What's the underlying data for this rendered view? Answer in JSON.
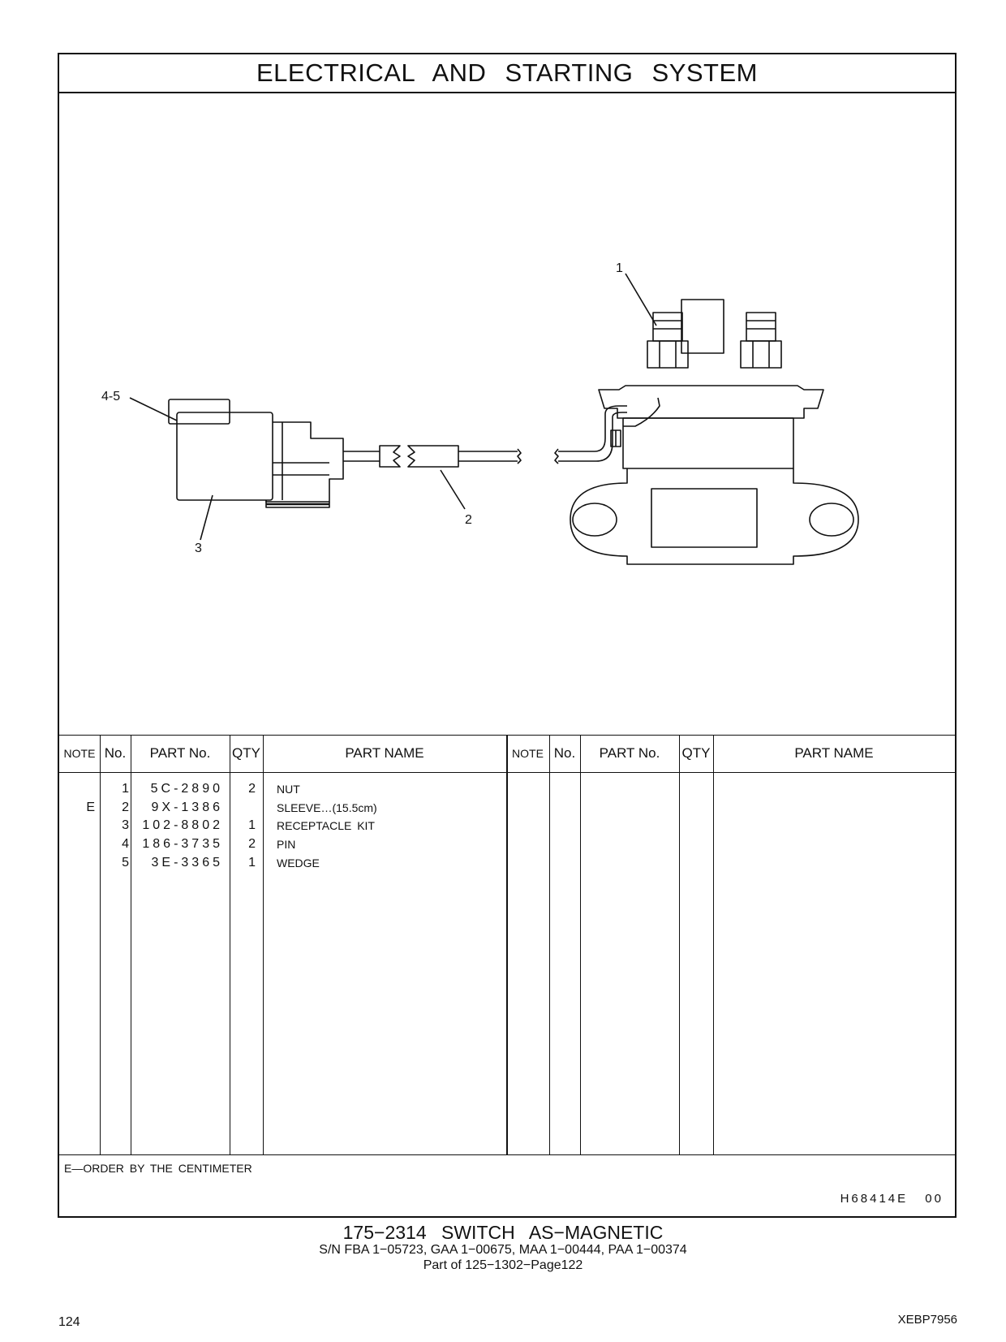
{
  "header": {
    "title": "ELECTRICAL AND STARTING SYSTEM"
  },
  "callouts": {
    "c1": "1",
    "c2": "2",
    "c3": "3",
    "c45": "4-5"
  },
  "table": {
    "headers": {
      "note": "NOTE",
      "no": "No.",
      "part_no": "PART No.",
      "qty": "QTY",
      "part_name": "PART NAME",
      "note_r": "NOTE",
      "no_r": "No.",
      "part_no_r": "PART No.",
      "qty_r": "QTY",
      "part_name_r": "PART NAME"
    },
    "rows": [
      {
        "note": "",
        "no": "1",
        "part_no": "5C-2890",
        "qty": "2",
        "name": "NUT"
      },
      {
        "note": "E",
        "no": "2",
        "part_no": "9X-1386",
        "qty": "",
        "name": "SLEEVE…(15.5cm)"
      },
      {
        "note": "",
        "no": "3",
        "part_no": "102-8802",
        "qty": "1",
        "name": "RECEPTACLE KIT"
      },
      {
        "note": "",
        "no": "4",
        "part_no": "186-3735",
        "qty": "2",
        "name": "PIN"
      },
      {
        "note": "",
        "no": "5",
        "part_no": "3E-3365",
        "qty": "1",
        "name": "WEDGE"
      }
    ]
  },
  "notes": {
    "order": "E—ORDER BY THE CENTIMETER",
    "drawing_code": "H68414E 00"
  },
  "caption": {
    "title": "175−2314 SWITCH AS−MAGNETIC",
    "serial": "S/N FBA 1−05723, GAA 1−00675, MAA 1−00444, PAA 1−00374",
    "part_of": "Part of 125−1302−Page122"
  },
  "page": {
    "number": "124",
    "doc_code": "XEBP7956"
  }
}
